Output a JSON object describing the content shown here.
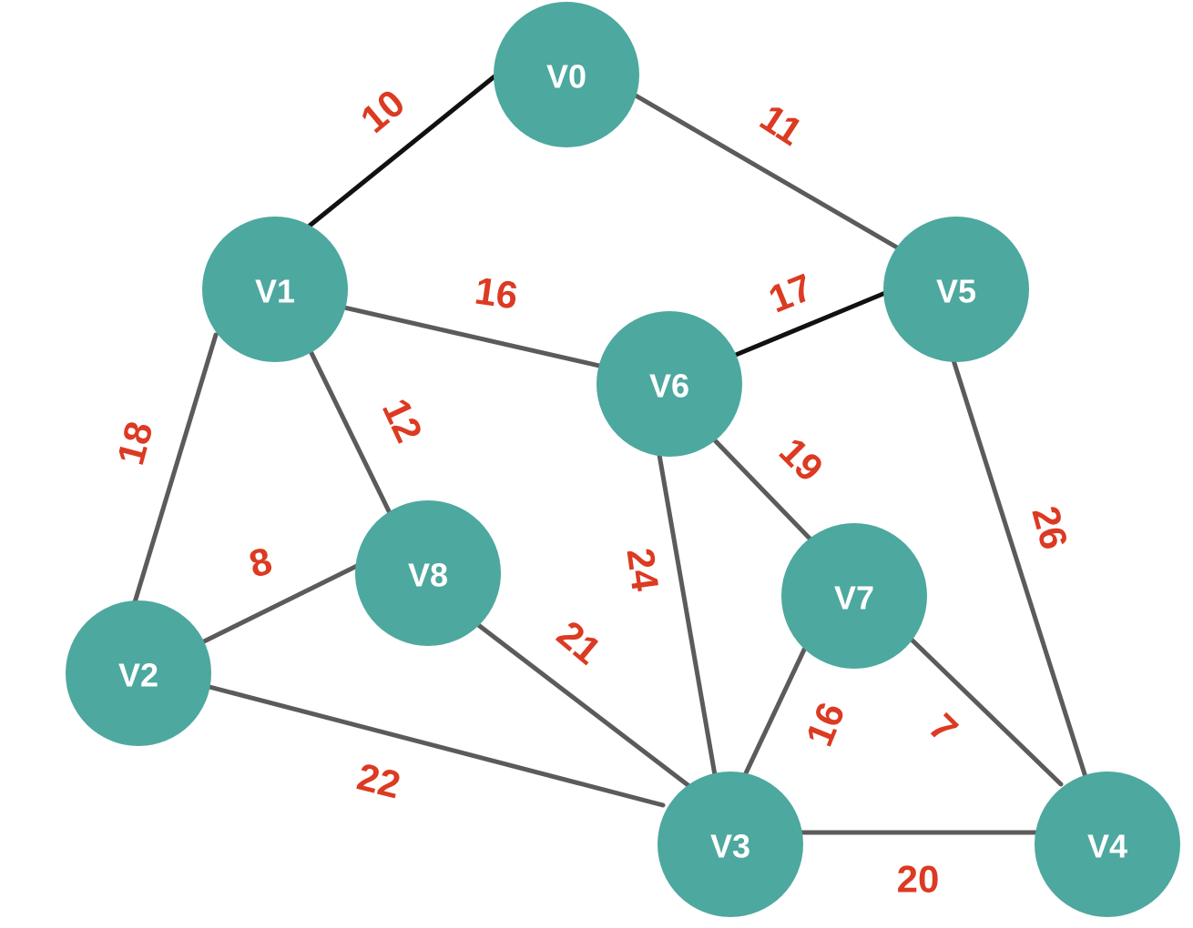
{
  "colors": {
    "background": "#ffffff",
    "node_fill": "#4da89f",
    "node_label": "#ffffff",
    "edge": "#5b5b5b",
    "edge_highlighted": "#111111",
    "weight": "#dc3a22"
  },
  "nodes": [
    {
      "id": "V0",
      "label": "V0"
    },
    {
      "id": "V1",
      "label": "V1"
    },
    {
      "id": "V2",
      "label": "V2"
    },
    {
      "id": "V3",
      "label": "V3"
    },
    {
      "id": "V4",
      "label": "V4"
    },
    {
      "id": "V5",
      "label": "V5"
    },
    {
      "id": "V6",
      "label": "V6"
    },
    {
      "id": "V7",
      "label": "V7"
    },
    {
      "id": "V8",
      "label": "V8"
    }
  ],
  "edges": [
    {
      "from": "V0",
      "to": "V1",
      "weight": 10,
      "highlighted": true
    },
    {
      "from": "V0",
      "to": "V5",
      "weight": 11,
      "highlighted": false
    },
    {
      "from": "V1",
      "to": "V6",
      "weight": 16,
      "highlighted": false
    },
    {
      "from": "V6",
      "to": "V5",
      "weight": 17,
      "highlighted": true
    },
    {
      "from": "V1",
      "to": "V2",
      "weight": 18,
      "highlighted": false
    },
    {
      "from": "V1",
      "to": "V8",
      "weight": 12,
      "highlighted": false
    },
    {
      "from": "V2",
      "to": "V8",
      "weight": 8,
      "highlighted": false
    },
    {
      "from": "V6",
      "to": "V7",
      "weight": 19,
      "highlighted": false
    },
    {
      "from": "V6",
      "to": "V3",
      "weight": 24,
      "highlighted": false
    },
    {
      "from": "V5",
      "to": "V4",
      "weight": 26,
      "highlighted": false
    },
    {
      "from": "V8",
      "to": "V3",
      "weight": 21,
      "highlighted": false
    },
    {
      "from": "V2",
      "to": "V3",
      "weight": 22,
      "highlighted": false
    },
    {
      "from": "V7",
      "to": "V3",
      "weight": 16,
      "highlighted": false
    },
    {
      "from": "V7",
      "to": "V4",
      "weight": 7,
      "highlighted": false
    },
    {
      "from": "V3",
      "to": "V4",
      "weight": 20,
      "highlighted": false
    }
  ]
}
